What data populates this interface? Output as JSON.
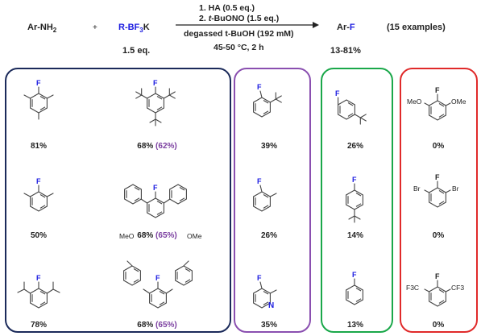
{
  "reaction": {
    "reactant1": "Ar-NH",
    "reactant1_sub": "2",
    "plus": "+",
    "reactant2_pre": "R-BF",
    "reactant2_sub": "3",
    "reactant2_post": "K",
    "reactant2_eq": "1.5 eq.",
    "cond1": "1. HA (0.5 eq.)",
    "cond2_num": "2. ",
    "cond2_italic": "t",
    "cond2_rest": "-BuONO (1.5 eq.)",
    "cond3": "degassed t-BuOH (192 mM)",
    "cond4": "45-50 °C, 2 h",
    "product_pre": "Ar-",
    "product_f": "F",
    "product_yield": "13-81%",
    "examples": "(15 examples)"
  },
  "colors": {
    "navy_box": "#1b2a5a",
    "purple_box": "#8a4fb0",
    "green_box": "#1aa84a",
    "red_box": "#e02a2a",
    "fluorine": "#1a1ae0",
    "paren_yield": "#7b3fa0"
  },
  "yields": {
    "mesityl": "81%",
    "tbu3": "68%",
    "tbu3_paren": "(62%)",
    "xylyl": "50%",
    "terphenyl": "68%",
    "terphenyl_paren": "(65%)",
    "diisopropyl": "78%",
    "anisylterphenyl": "68%",
    "anisylterphenyl_paren": "(65%)",
    "o_tbu": "39%",
    "o_me": "26%",
    "pyridine": "35%",
    "m_tbu": "26%",
    "p_tbu": "14%",
    "phf": "13%",
    "dimethoxy": "0%",
    "dibromo": "0%",
    "dicf3": "0%"
  },
  "labels": {
    "F": "F",
    "N": "N",
    "MeO": "MeO",
    "OMe": "OMe",
    "Br": "Br",
    "F3C": "F3C",
    "CF3": "CF3"
  }
}
